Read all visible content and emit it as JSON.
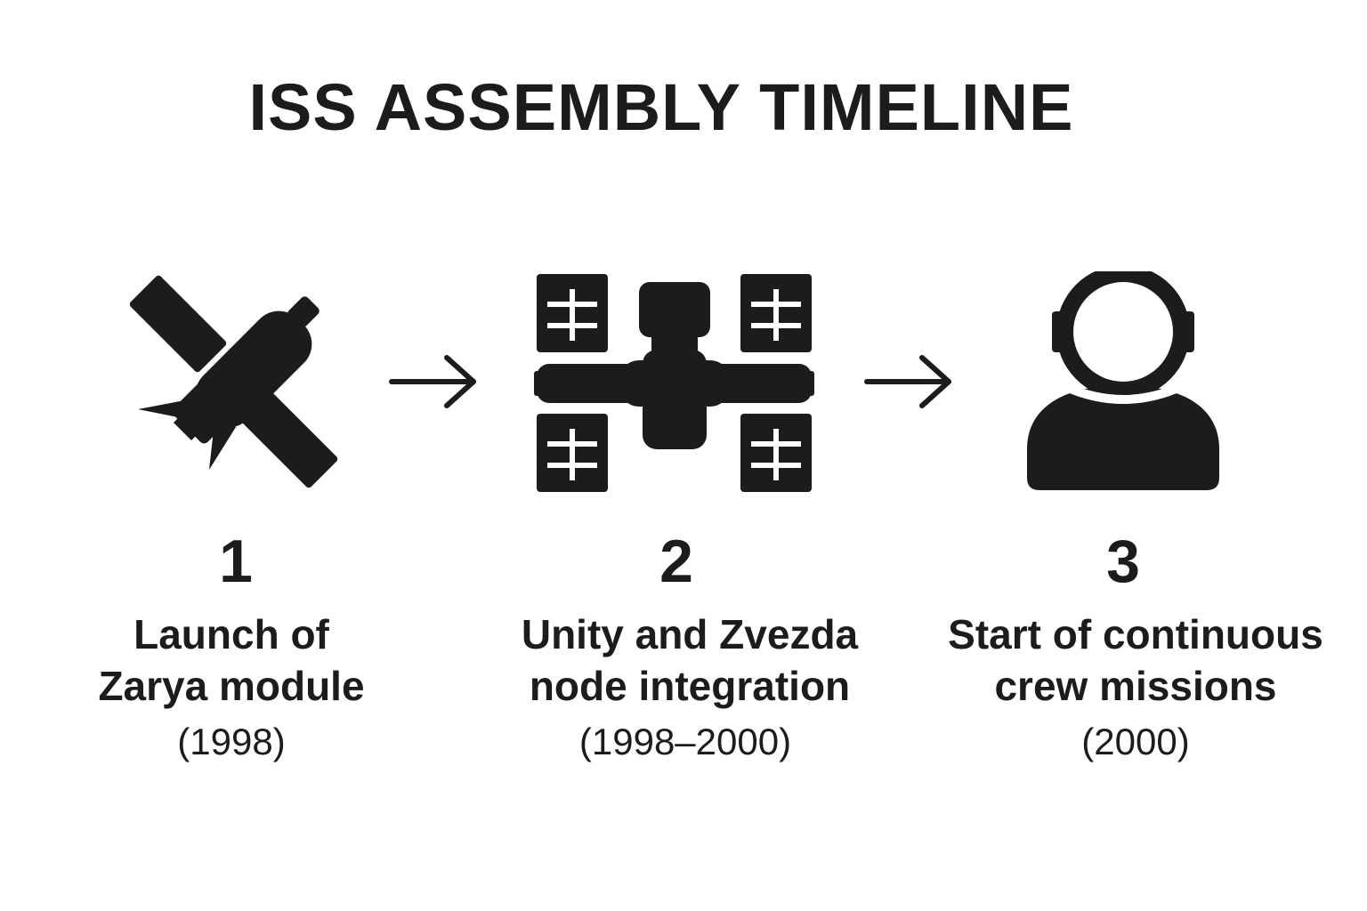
{
  "title": "ISS ASSEMBLY TIMELINE",
  "colors": {
    "ink": "#1c1c1c",
    "background": "#ffffff"
  },
  "steps": [
    {
      "number": "1",
      "label_line1": "Launch of",
      "label_line2": "Zarya module",
      "date": "(1998)",
      "icon": "satellite-icon"
    },
    {
      "number": "2",
      "label_line1": "Unity and Zvezda",
      "label_line2": "node integration",
      "date": "(1998–2000)",
      "icon": "space-station-icon"
    },
    {
      "number": "3",
      "label_line1": "Start of continuous",
      "label_line2": "crew missions",
      "date": "(2000)",
      "icon": "astronaut-icon"
    }
  ],
  "connectors": [
    "arrow-right-icon",
    "arrow-right-icon"
  ]
}
